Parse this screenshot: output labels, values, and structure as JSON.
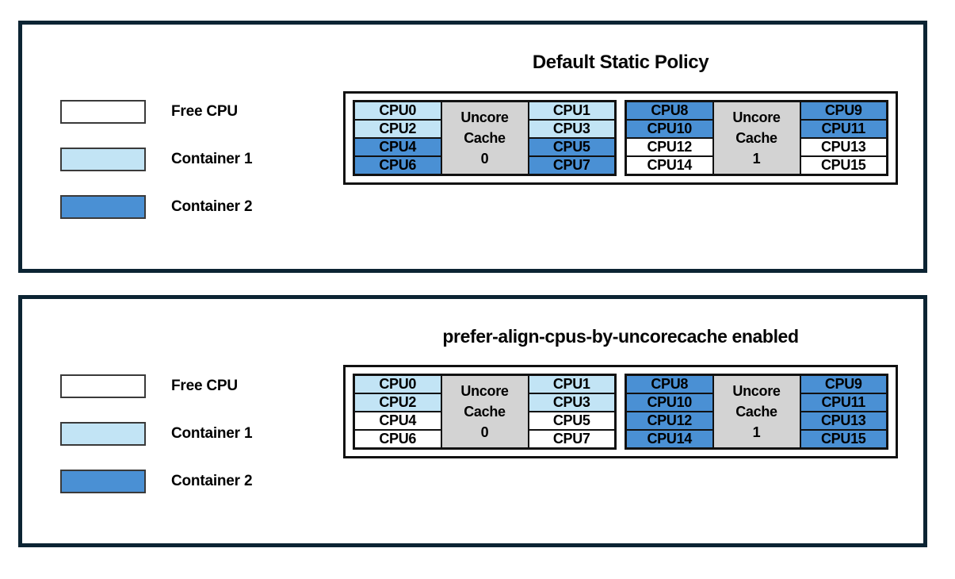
{
  "colors": {
    "free": "#ffffff",
    "container1": "#c2e4f5",
    "container2": "#4a90d4",
    "cache": "#d3d3d3",
    "panel_border": "#0c2433",
    "box_border": "#111111"
  },
  "panels": [
    {
      "title": "Default Static Policy",
      "legend": [
        {
          "label": "Free CPU",
          "color": "#ffffff"
        },
        {
          "label": "Container 1",
          "color": "#c2e4f5"
        },
        {
          "label": "Container 2",
          "color": "#4a90d4"
        }
      ],
      "cache_groups": [
        {
          "cache_label_line1": "Uncore",
          "cache_label_line2": "Cache",
          "cache_label_line3": "0",
          "left_column": [
            {
              "label": "CPU0",
              "state": "container1"
            },
            {
              "label": "CPU2",
              "state": "container1"
            },
            {
              "label": "CPU4",
              "state": "container2"
            },
            {
              "label": "CPU6",
              "state": "container2"
            }
          ],
          "right_column": [
            {
              "label": "CPU1",
              "state": "container1"
            },
            {
              "label": "CPU3",
              "state": "container1"
            },
            {
              "label": "CPU5",
              "state": "container2"
            },
            {
              "label": "CPU7",
              "state": "container2"
            }
          ]
        },
        {
          "cache_label_line1": "Uncore",
          "cache_label_line2": "Cache",
          "cache_label_line3": "1",
          "left_column": [
            {
              "label": "CPU8",
              "state": "container2"
            },
            {
              "label": "CPU10",
              "state": "container2"
            },
            {
              "label": "CPU12",
              "state": "free"
            },
            {
              "label": "CPU14",
              "state": "free"
            }
          ],
          "right_column": [
            {
              "label": "CPU9",
              "state": "container2"
            },
            {
              "label": "CPU11",
              "state": "container2"
            },
            {
              "label": "CPU13",
              "state": "free"
            },
            {
              "label": "CPU15",
              "state": "free"
            }
          ]
        }
      ]
    },
    {
      "title": "prefer-align-cpus-by-uncorecache enabled",
      "legend": [
        {
          "label": "Free CPU",
          "color": "#ffffff"
        },
        {
          "label": "Container 1",
          "color": "#c2e4f5"
        },
        {
          "label": "Container 2",
          "color": "#4a90d4"
        }
      ],
      "cache_groups": [
        {
          "cache_label_line1": "Uncore",
          "cache_label_line2": "Cache",
          "cache_label_line3": "0",
          "left_column": [
            {
              "label": "CPU0",
              "state": "container1"
            },
            {
              "label": "CPU2",
              "state": "container1"
            },
            {
              "label": "CPU4",
              "state": "free"
            },
            {
              "label": "CPU6",
              "state": "free"
            }
          ],
          "right_column": [
            {
              "label": "CPU1",
              "state": "container1"
            },
            {
              "label": "CPU3",
              "state": "container1"
            },
            {
              "label": "CPU5",
              "state": "free"
            },
            {
              "label": "CPU7",
              "state": "free"
            }
          ]
        },
        {
          "cache_label_line1": "Uncore",
          "cache_label_line2": "Cache",
          "cache_label_line3": "1",
          "left_column": [
            {
              "label": "CPU8",
              "state": "container2"
            },
            {
              "label": "CPU10",
              "state": "container2"
            },
            {
              "label": "CPU12",
              "state": "container2"
            },
            {
              "label": "CPU14",
              "state": "container2"
            }
          ],
          "right_column": [
            {
              "label": "CPU9",
              "state": "container2"
            },
            {
              "label": "CPU11",
              "state": "container2"
            },
            {
              "label": "CPU13",
              "state": "container2"
            },
            {
              "label": "CPU15",
              "state": "container2"
            }
          ]
        }
      ]
    }
  ]
}
